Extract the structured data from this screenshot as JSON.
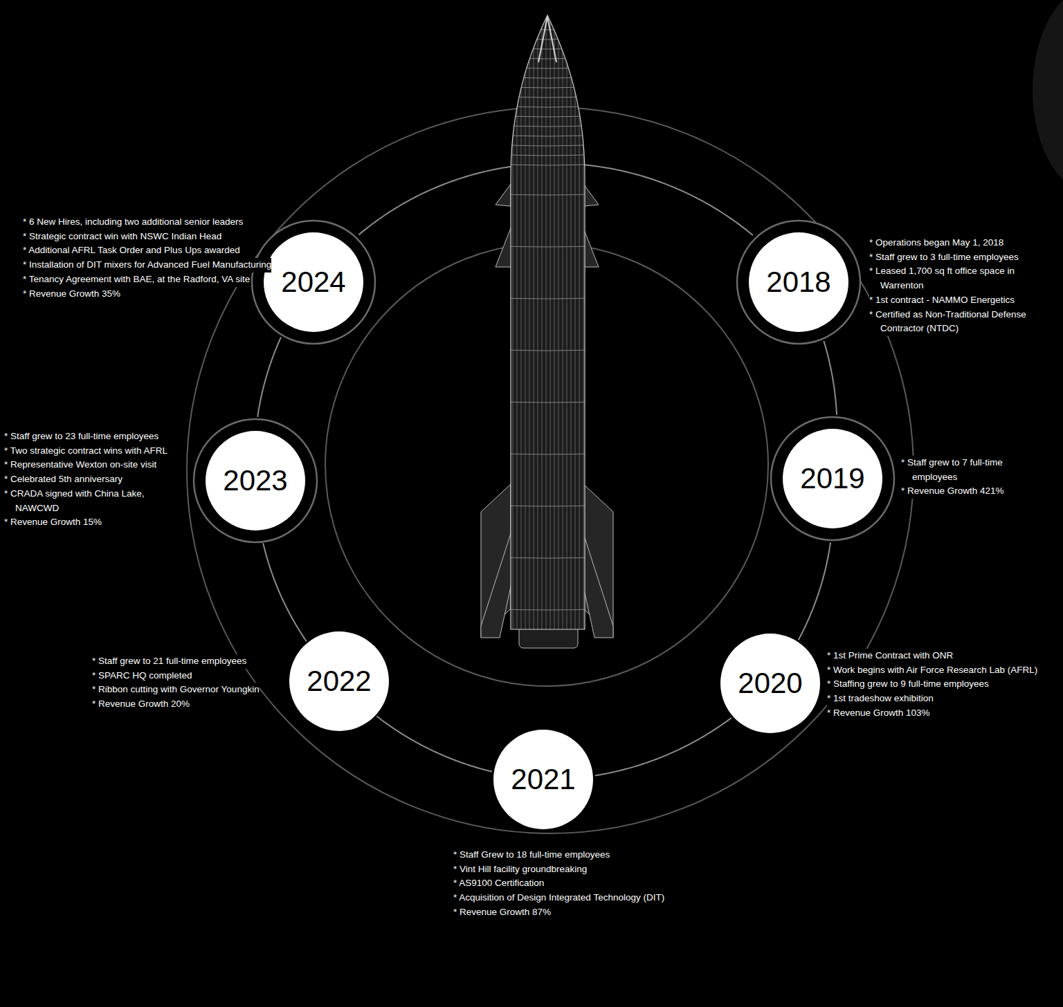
{
  "diagram": {
    "nodes": [
      {
        "text": [
          "2018"
        ]
      },
      {
        "text": [
          "2019"
        ]
      },
      {
        "text": [
          "2020"
        ]
      },
      {
        "text": [
          "2021"
        ]
      },
      {
        "text": [
          "2022"
        ]
      },
      {
        "text": [
          "2023"
        ]
      },
      {
        "text": [
          "2024"
        ]
      }
    ],
    "edges": [
      {
        "from": 0,
        "to": 1,
        "arrow": "none"
      },
      {
        "from": 1,
        "to": 2,
        "arrow": "none"
      },
      {
        "from": 2,
        "to": 3,
        "arrow": "none"
      },
      {
        "from": 3,
        "to": 4,
        "arrow": "none"
      },
      {
        "from": 4,
        "to": 5,
        "arrow": "none"
      },
      {
        "from": 5,
        "to": 6,
        "arrow": "none"
      },
      {
        "from": 6,
        "to": 0,
        "arrow": "none"
      }
    ],
    "labels": [
      "* Operations began May 1, 2018",
      "* Staff grew to 3 full-time employees",
      "* Leased 1,700 sq ft office space in Warrenton",
      "* 1st contract - NAMMO Energetics",
      "* Certified as Non-Traditional Defense Contractor (NTDC)",
      "* Staff grew to 7 full-time employees",
      "* Revenue Growth 421%",
      "* 1st Prime Contract with ONR",
      "* Work begins with Air Force Research Lab (AFRL)",
      "* Staffing grew to 9 full-time employees",
      "* 1st tradeshow exhibition",
      "* Revenue Growth 103%",
      "* Staff Grew to 18 full-time employees",
      "* Vint Hill facility groundbreaking",
      "* AS9100 Certification",
      "* Acquisition of Design Integrated Technology (DIT)",
      "* Revenue Growth 87%",
      "* Staff grew to 21 full-time employees",
      "* SPARC HQ completed",
      "* Ribbon cutting with Governor Youngkin",
      "* Revenue Growth 20%",
      "* Staff grew to 23 full-time employees",
      "* Two strategic contract wins with AFRL",
      "* Representative Wexton on-site visit",
      "* Celebrated 5th anniversary",
      "* CRADA signed with China Lake, NAWCWD",
      "* Revenue Growth 15%",
      "* 6 New Hires, including two additional senior leaders",
      "* Strategic contract win with NSWC Indian Head",
      "* Additional AFRL Task Order and Plus Ups awarded",
      "* Installation of DIT mixers for Advanced Fuel Manufacturing",
      "* Tenancy Agreement with BAE, at the Radford, VA site",
      "* Revenue Growth 35%"
    ]
  }
}
